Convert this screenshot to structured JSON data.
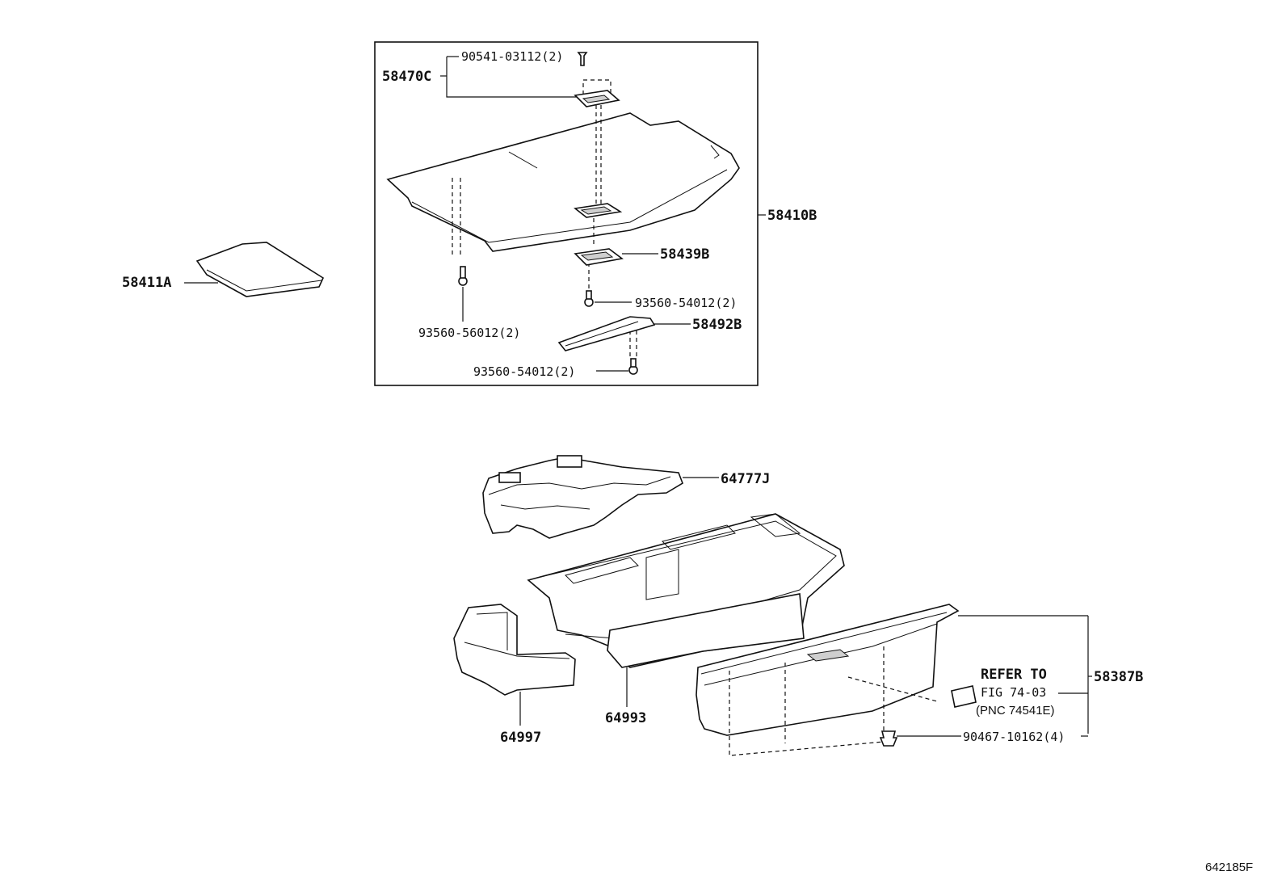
{
  "labels": {
    "p58470C": "58470C",
    "p90541": "90541-03112(2)",
    "p58410B": "58410B",
    "p58439B": "58439B",
    "p58411A": "58411A",
    "p93560_56012": "93560-56012(2)",
    "p93560_54012_a": "93560-54012(2)",
    "p58492B": "58492B",
    "p93560_54012_b": "93560-54012(2)",
    "p64777J": "64777J",
    "p64993": "64993",
    "p64997": "64997",
    "p58387B": "58387B",
    "refer_line1": "REFER TO",
    "refer_line2": "FIG 74-03",
    "refer_line3": "(PNC 74541E)",
    "p90467": "90467-10162(4)",
    "diagram_id": "642185F"
  }
}
